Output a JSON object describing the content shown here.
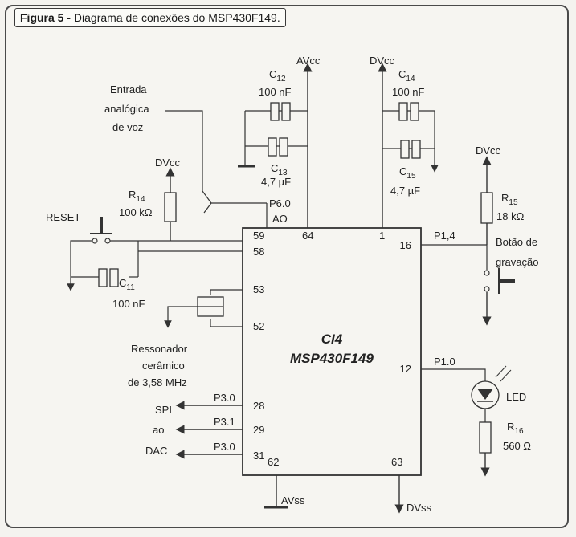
{
  "caption": {
    "label": "Figura 5",
    "text": " - Diagrama de conexões do MSP430F149."
  },
  "chip": {
    "name": "CI4",
    "part": "MSP430F149"
  },
  "power": {
    "avcc": "AVcc",
    "dvcc_top": "DVcc",
    "dvcc_r14": "DVcc",
    "dvcc_r15": "DVcc",
    "avss": "AVss",
    "dvss": "DVss"
  },
  "input": {
    "line1": "Entrada",
    "line2": "analógica",
    "line3": "de voz"
  },
  "components": {
    "c12_name": "C",
    "c12_sub": "12",
    "c12_val": "100 nF",
    "c13_name": "C",
    "c13_sub": "13",
    "c13_val": "4,7 µF",
    "c14_name": "C",
    "c14_sub": "14",
    "c14_val": "100 nF",
    "c15_name": "C",
    "c15_sub": "15",
    "c15_val": "4,7 µF",
    "c11_name": "C",
    "c11_sub": "11",
    "c11_val": "100 nF",
    "r14_name": "R",
    "r14_sub": "14",
    "r14_val": "100 kΩ",
    "r15_name": "R",
    "r15_sub": "15",
    "r15_val": "18 kΩ",
    "r16_name": "R",
    "r16_sub": "16",
    "r16_val": "560 Ω",
    "led": "LED"
  },
  "reset": "RESET",
  "button": {
    "line1": "Botão de",
    "line2": "gravação"
  },
  "resonator": {
    "line1": "Ressonador",
    "line2": "cerâmico",
    "line3": "de 3,58 MHz"
  },
  "spi": {
    "line1": "SPI",
    "line2": "ao",
    "line3": "DAC"
  },
  "pins": {
    "p59": "59",
    "p58": "58",
    "p53": "53",
    "p52": "52",
    "p28": "28",
    "p29": "29",
    "p31": "31",
    "p64": "64",
    "p1": "1",
    "p16": "16",
    "p12": "12",
    "p62": "62",
    "p63": "63"
  },
  "signals": {
    "p60": "P6.0",
    "ao": "AO",
    "p14": "P1,4",
    "p10": "P1.0",
    "p30a": "P3.0",
    "p31": "P3.1",
    "p30b": "P3.0"
  }
}
